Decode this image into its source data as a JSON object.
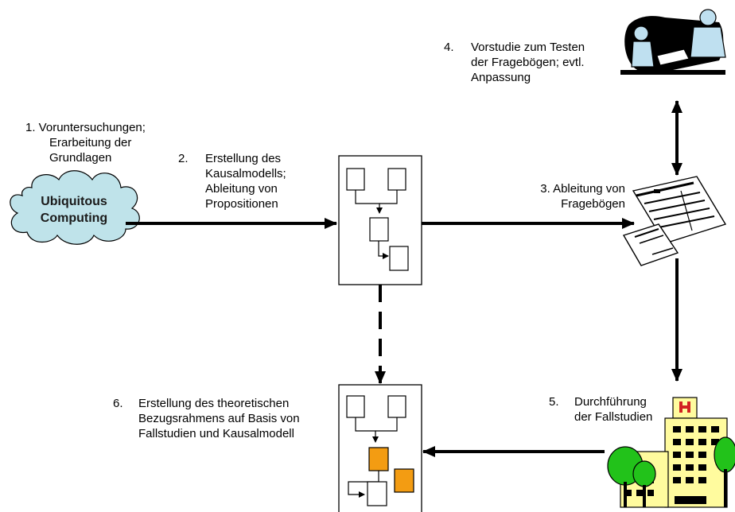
{
  "cloud": {
    "line1": "Ubiquitous",
    "line2": "Computing",
    "fill": "#bfe3ea"
  },
  "steps": {
    "s1": {
      "line1": "1. Voruntersuchungen;",
      "line2": "Erarbeitung der",
      "line3": "Grundlagen"
    },
    "s2": {
      "num": "2.",
      "line1": "Erstellung des",
      "line2": "Kausalmodells;",
      "line3": "Ableitung von",
      "line4": "Propositionen"
    },
    "s3": {
      "line1": "3. Ableitung von",
      "line2": "Fragebögen"
    },
    "s4": {
      "num": "4.",
      "line1": "Vorstudie zum Testen",
      "line2": "der Fragebögen; evtl.",
      "line3": "Anpassung"
    },
    "s5": {
      "num": "5.",
      "line1": "Durchführung",
      "line2": "der Fallstudien"
    },
    "s6": {
      "num": "6.",
      "line1": "Erstellung des theoretischen",
      "line2": "Bezugsrahmens auf Basis von",
      "line3": "Fallstudien und Kausalmodell"
    }
  },
  "colors": {
    "highlight_box": "#f39c12",
    "hospital": "#fffb9e",
    "hospital_cross": "#d22222",
    "tree": "#22c21a",
    "arrow": "#000000"
  }
}
